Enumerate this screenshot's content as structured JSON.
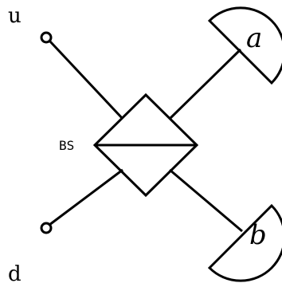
{
  "diagram": {
    "inputs": [
      {
        "id": "u",
        "label": "u"
      },
      {
        "id": "d",
        "label": "d"
      }
    ],
    "beam_splitter": {
      "label": "BS"
    },
    "detectors": [
      {
        "id": "a",
        "label": "a"
      },
      {
        "id": "b",
        "label": "b"
      }
    ]
  }
}
